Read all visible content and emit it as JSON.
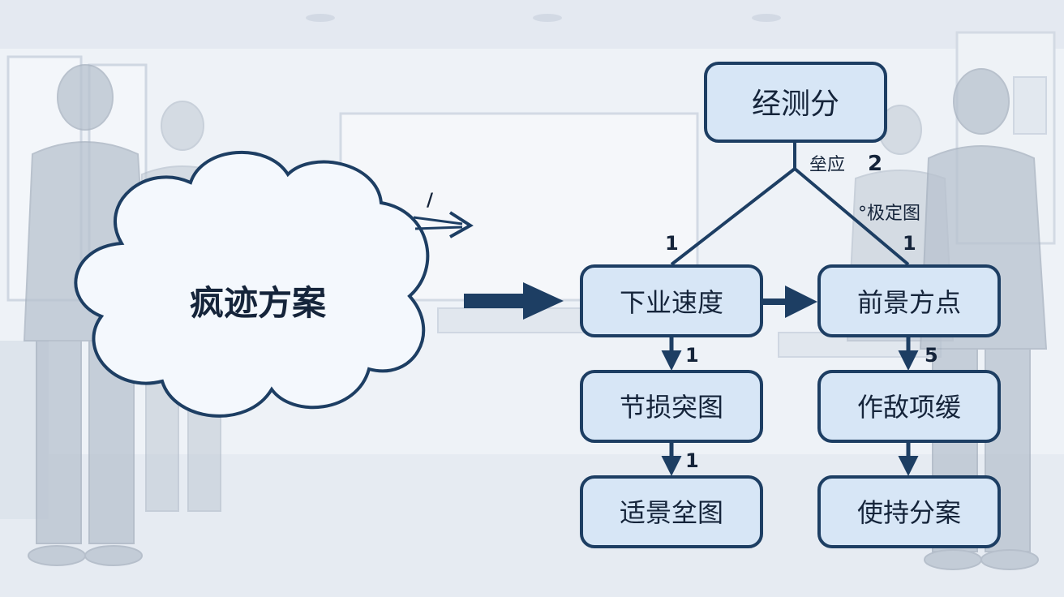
{
  "colors": {
    "node_fill": "#d7e6f6",
    "node_stroke": "#1d3e63",
    "arrow": "#1d3e63",
    "text": "#15243a",
    "cloud_fill": "#f4f8fd",
    "cloud_stroke": "#1d3e63"
  },
  "cloud": {
    "label": "疯迹方案"
  },
  "nodes": {
    "top": "经测分",
    "left_1": "下业速度",
    "right_1": "前景方点",
    "left_2": "节损突图",
    "right_2": "作敌项缓",
    "left_3": "适景坌图",
    "right_3": "使持分案"
  },
  "edge_labels": {
    "top_right": "垒应",
    "top_right_num": "2",
    "right_mid": "°极定图",
    "split_left": "1",
    "split_right": "1",
    "left_down_1": "1",
    "left_down_2": "1",
    "right_down_1": "5",
    "small_mark": "/"
  }
}
